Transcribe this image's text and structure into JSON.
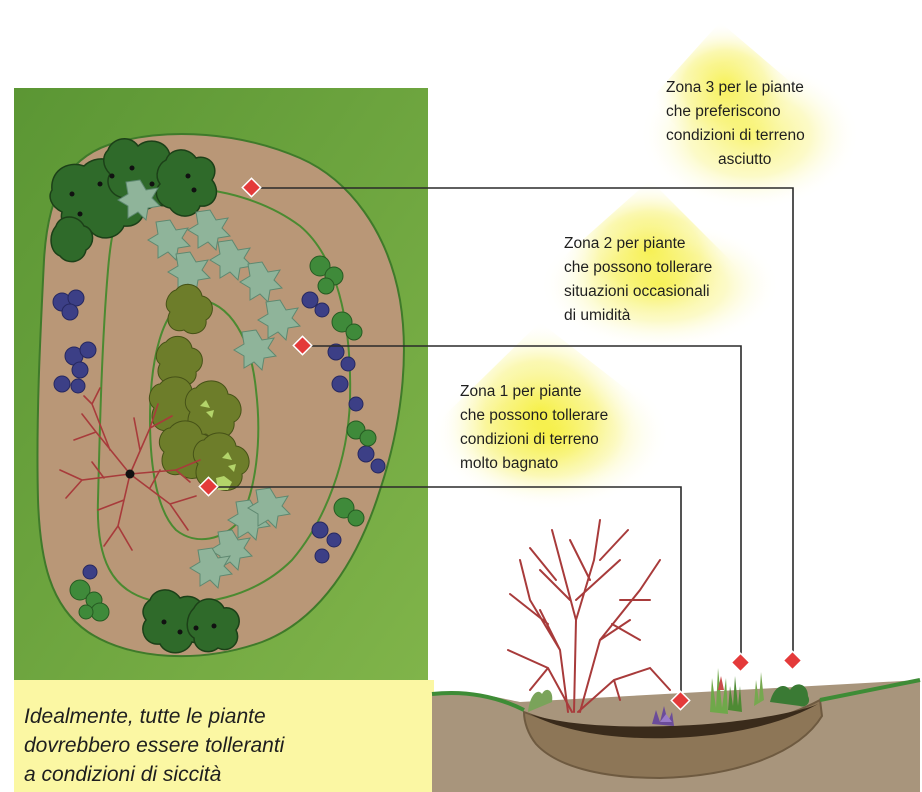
{
  "zones": [
    {
      "id": "zone-3",
      "lines": [
        "Zona 3 per le piante",
        "che preferiscono",
        "condizioni di terreno",
        "asciutto"
      ]
    },
    {
      "id": "zone-2",
      "lines": [
        "Zona 2 per piante",
        "che possono tollerare",
        "situazioni occasionali",
        "di umidità"
      ]
    },
    {
      "id": "zone-1",
      "lines": [
        "Zona 1 per piante",
        "che possono tollerare",
        "condizioni di terreno",
        "molto bagnato"
      ]
    }
  ],
  "caption": {
    "lines": [
      "Idealmente, tutte le piante",
      "dovrebbero essere tolleranti",
      "a condizioni di siccità"
    ]
  },
  "colors": {
    "grass_background": "#6fa43c",
    "garden_soil": "#b99777",
    "zone_outline": "#4b8a31",
    "caption_background": "#fbf7a3",
    "highlight_yellow": "#f5ee2e",
    "marker_red": "#e43a3a",
    "shrub_dark_green": "#2f6a2a",
    "shrub_light_teal": "#8fb49a",
    "shrub_blue": "#3c3f86",
    "shrub_olive": "#6d7d2a",
    "tree_red": "#a83b3b",
    "ground_brown": "#9d8a72",
    "ground_grass": "#3e8c36"
  }
}
